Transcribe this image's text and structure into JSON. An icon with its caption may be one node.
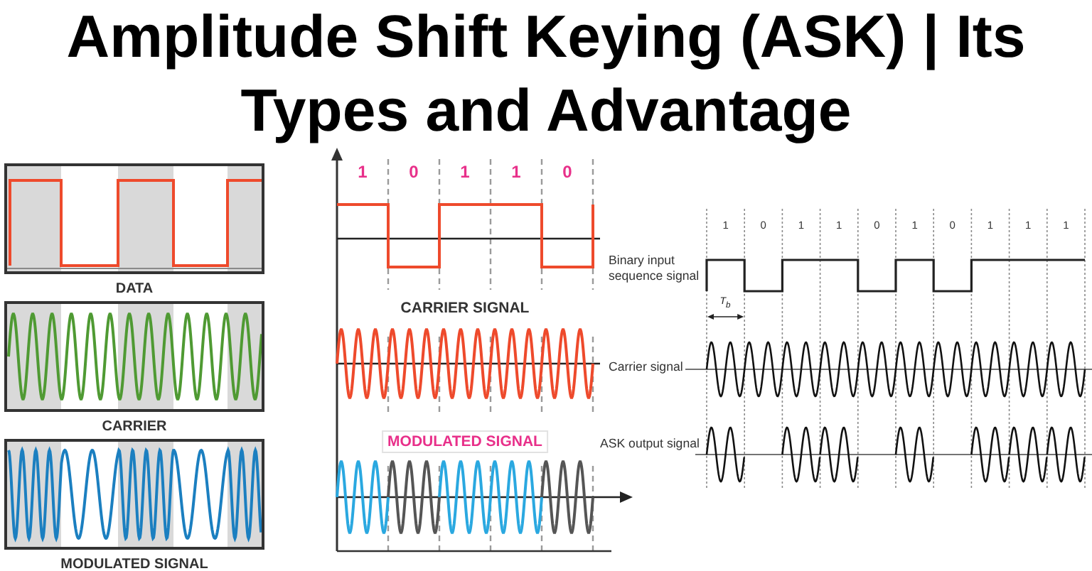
{
  "diagram": {
    "title": "Amplitude Shift Keying (ASK) | Its Types and Advantage",
    "nodes": [
      {
        "text": [
          "DATA"
        ]
      },
      {
        "text": [
          "CARRIER"
        ]
      },
      {
        "text": [
          "MODULATED SIGNAL"
        ]
      }
    ],
    "labels": [
      "1",
      "0",
      "1",
      "1",
      "0",
      "CARRIER SIGNAL",
      "MODULATED SIGNAL",
      "Binary input sequence signal",
      "Carrier signal",
      "ASK output signal",
      "1",
      "0",
      "1",
      "1",
      "0",
      "1",
      "0",
      "1",
      "1",
      "1",
      "T$_{b}$"
    ]
  }
}
